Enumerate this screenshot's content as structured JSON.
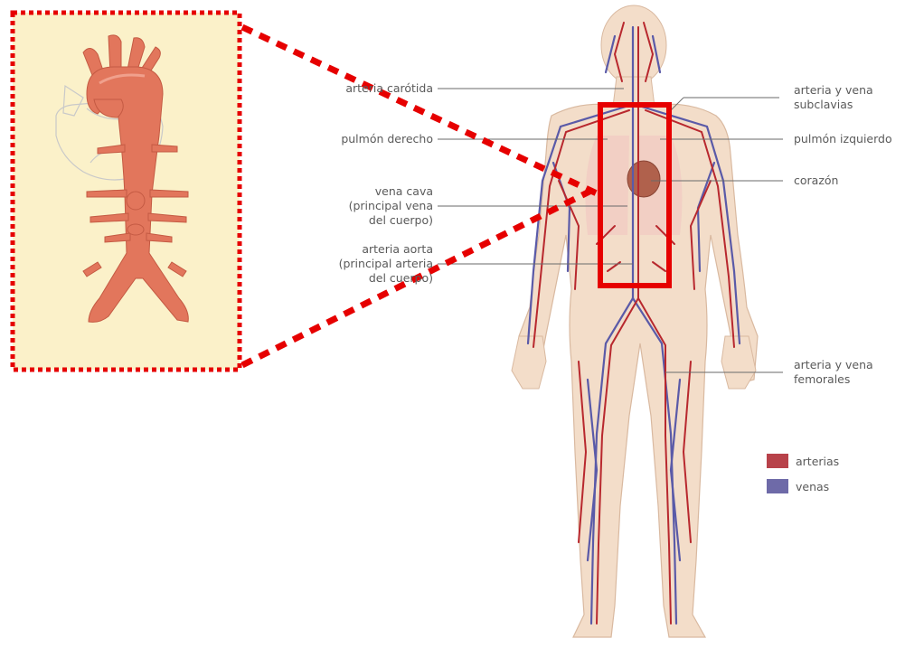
{
  "labels_left": {
    "carotid": "arteria carótida",
    "right_lung": "pulmón derecho",
    "vena_cava": [
      "vena cava",
      "(principal vena",
      "del cuerpo)"
    ],
    "aorta": [
      "arteria aorta",
      "(principal arteria",
      "del cuerpo)"
    ]
  },
  "labels_right": {
    "subclavian": [
      "arteria y vena",
      "subclavias"
    ],
    "left_lung": "pulmón izquierdo",
    "heart": "corazón",
    "femoral": [
      "arteria y vena",
      "femorales"
    ]
  },
  "legend": [
    {
      "label": "arterias",
      "color": "#b8424a"
    },
    {
      "label": "venas",
      "color": "#6e6aa8"
    }
  ],
  "colors": {
    "artery": "#b8282e",
    "vein": "#5a5aa8",
    "skin": "#f3ddc9",
    "skin_outline": "#d9b9a0",
    "inset_bg": "#fbf1c9",
    "aorta": "#e2765c",
    "highlight_red": "#e60000"
  }
}
